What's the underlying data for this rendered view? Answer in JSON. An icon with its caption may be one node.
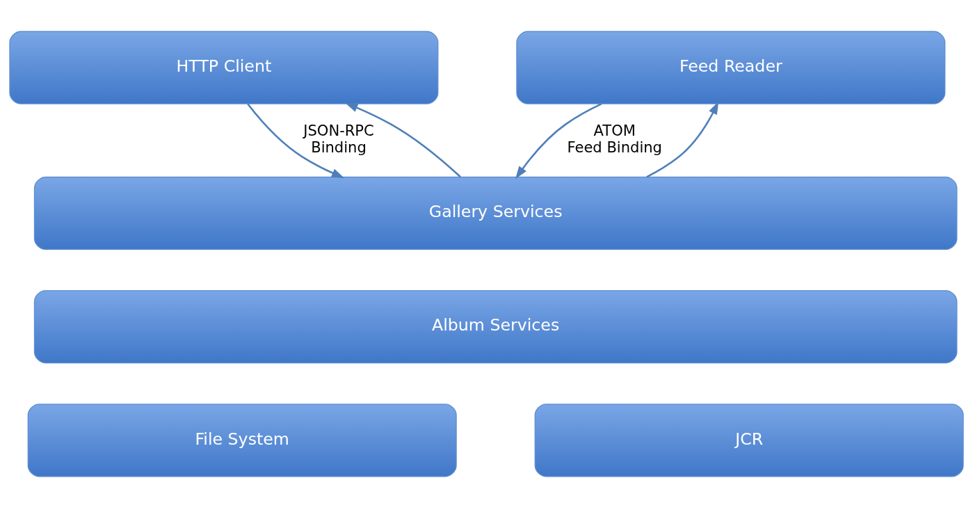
{
  "diagram": {
    "nodes": [
      {
        "text": [
          "HTTP Client"
        ]
      },
      {
        "text": [
          "Feed Reader"
        ]
      },
      {
        "text": [
          "Gallery Services"
        ]
      },
      {
        "text": [
          "Album Services"
        ]
      },
      {
        "text": [
          "File System"
        ]
      },
      {
        "text": [
          "JCR"
        ]
      }
    ],
    "edges": [
      {
        "from": 0,
        "to": 2,
        "arrow": "to",
        "label": "JSON-RPC Binding"
      },
      {
        "from": 2,
        "to": 0,
        "arrow": "to"
      },
      {
        "from": 1,
        "to": 2,
        "arrow": "to",
        "label": "ATOM Feed Binding"
      },
      {
        "from": 2,
        "to": 1,
        "arrow": "to"
      }
    ]
  }
}
